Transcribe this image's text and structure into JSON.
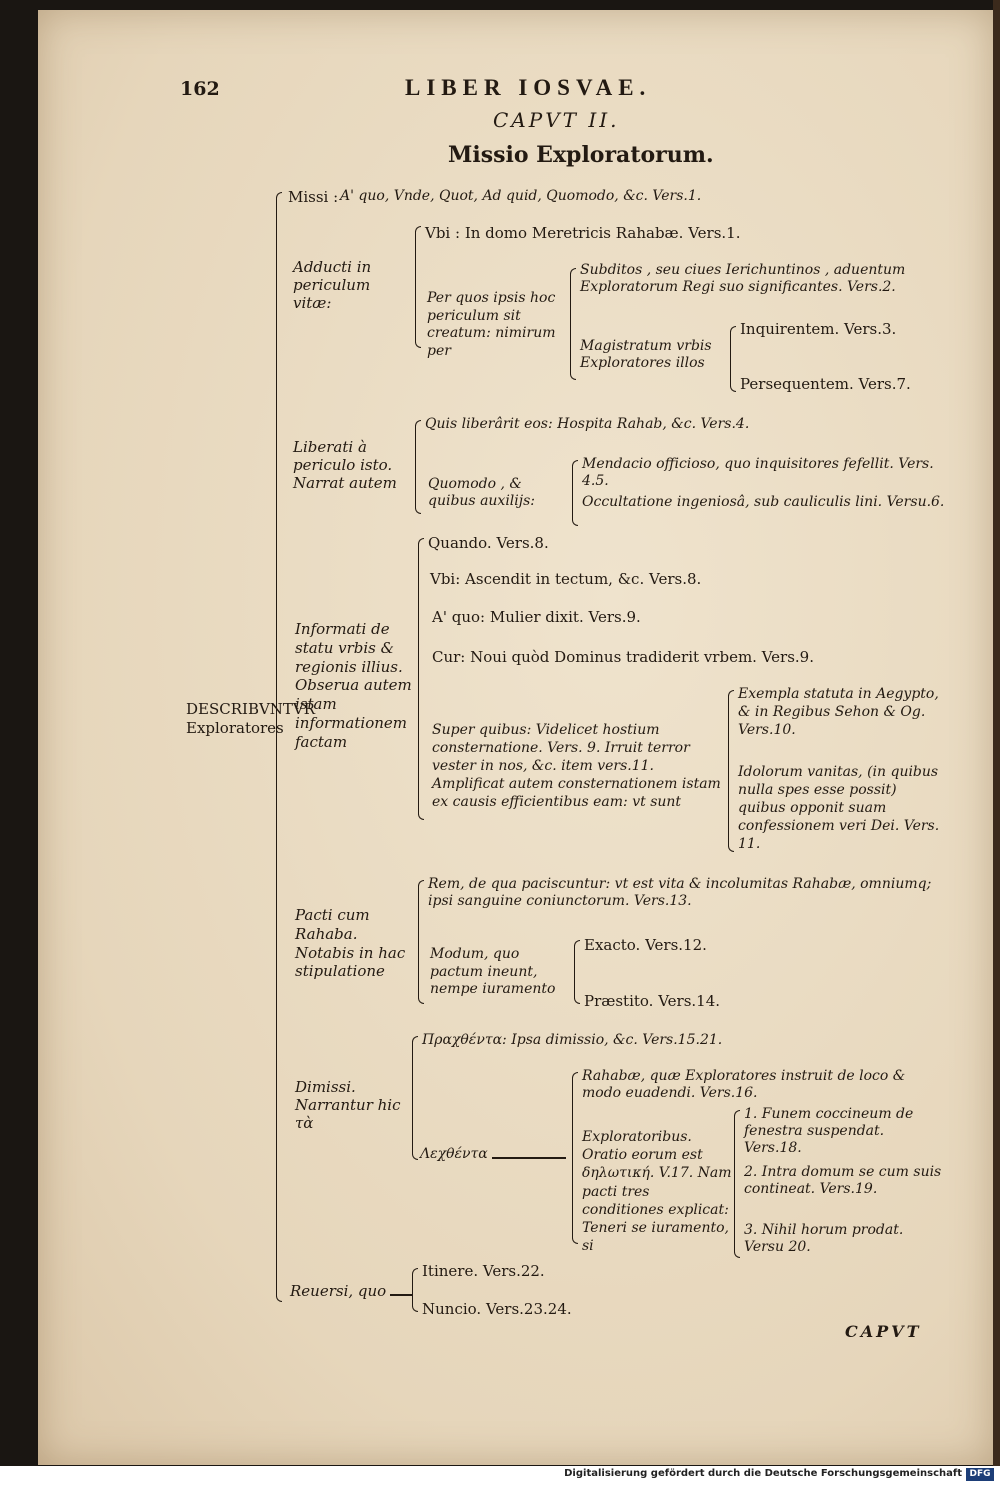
{
  "header": {
    "page_number": "162",
    "running_title": "LIBER IOSVAE."
  },
  "chapter": {
    "label": "CAPVT II.",
    "title": "Missio Exploratorum."
  },
  "root": {
    "label": "DESCRIBVNTVR Exploratores"
  },
  "b1": {
    "label": "Missi :",
    "text": "A' quo, Vnde, Quot, Ad quid, Quomodo, &c. Vers.1."
  },
  "b2": {
    "label": "Adducti in periculum vitæ:",
    "ubi": "Vbi : In domo Meretricis Rahabæ. Vers.1.",
    "per": "Per quos ipsis hoc periculum sit creatum: nimirum per",
    "subditos": "Subditos , seu ciues Ierichuntinos , aduentum Exploratorum Regi suo significantes. Vers.2.",
    "magistratum": "Magistratum vrbis Exploratores illos",
    "inquirentem": "Inquirentem. Vers.3.",
    "persequentem": "Persequentem. Vers.7."
  },
  "b3": {
    "label": "Liberati à periculo isto. Narrat autem",
    "quis": "Quis liberârit eos: Hospita Rahab, &c. Vers.4.",
    "quomodo": "Quomodo , & quibus auxilijs:",
    "mendacio": "Mendacio officioso, quo inquisitores fefellit. Vers. 4.5.",
    "occultatione": "Occultatione ingeniosâ, sub cauliculis lini. Versu.6."
  },
  "b4": {
    "label": "Informati de statu vrbis & regionis illius. Obserua autem istam informationem factam",
    "quando": "Quando. Vers.8.",
    "ubi": "Vbi: Ascendit in tectum, &c. Vers.8.",
    "a_quo": "A' quo: Mulier dixit. Vers.9.",
    "cur": "Cur: Noui quòd Dominus tradiderit vrbem. Vers.9.",
    "super": "Super quibus: Videlicet hostium consternatione. Vers. 9. Irruit terror vester in nos, &c. item vers.11. Amplificat autem consternationem istam ex causis efficientibus eam: vt sunt",
    "exempla": "Exempla statuta in Aegypto, & in Regibus Sehon & Og. Vers.10.",
    "idolorum": "Idolorum vanitas, (in quibus nulla spes esse possit) quibus opponit suam confessionem veri Dei. Vers. 11."
  },
  "b5": {
    "label": "Pacti cum Rahaba. Notabis in hac stipulatione",
    "rem": "Rem, de qua paciscuntur: vt est vita & incolumitas Rahabæ, omniumq; ipsi sanguine coniunctorum. Vers.13.",
    "modum": "Modum, quo pactum ineunt, nempe iuramento",
    "exacto": "Exacto. Vers.12.",
    "praestito": "Præstito. Vers.14."
  },
  "b6": {
    "label": "Dimissi. Narrantur hic τὰ",
    "pracheth": "Πραχθέντα: Ipsa dimissio, &c. Vers.15.21.",
    "lechth": "Λεχθέντα",
    "rahabae": "Rahabæ, quæ Exploratores instruit de loco & modo euadendi. Vers.16.",
    "exploratoribus": "Exploratoribus. Oratio eorum est δηλωτική. V.17. Nam pacti tres conditiones explicat: Teneri se iuramento, si",
    "c1": "1. Funem coccineum de fenestra suspendat. Vers.18.",
    "c2": "2. Intra domum se cum suis contineat. Vers.19.",
    "c3": "3. Nihil horum prodat. Versu 20."
  },
  "b7": {
    "label": "Reuersi, quo",
    "itinere": "Itinere. Vers.22.",
    "nuncio": "Nuncio. Vers.23.24."
  },
  "catchword": "CAPVT",
  "footer": {
    "credit": "Digitalisierung gefördert durch die Deutsche Forschungsgemeinschaft",
    "logo": "DFG"
  }
}
